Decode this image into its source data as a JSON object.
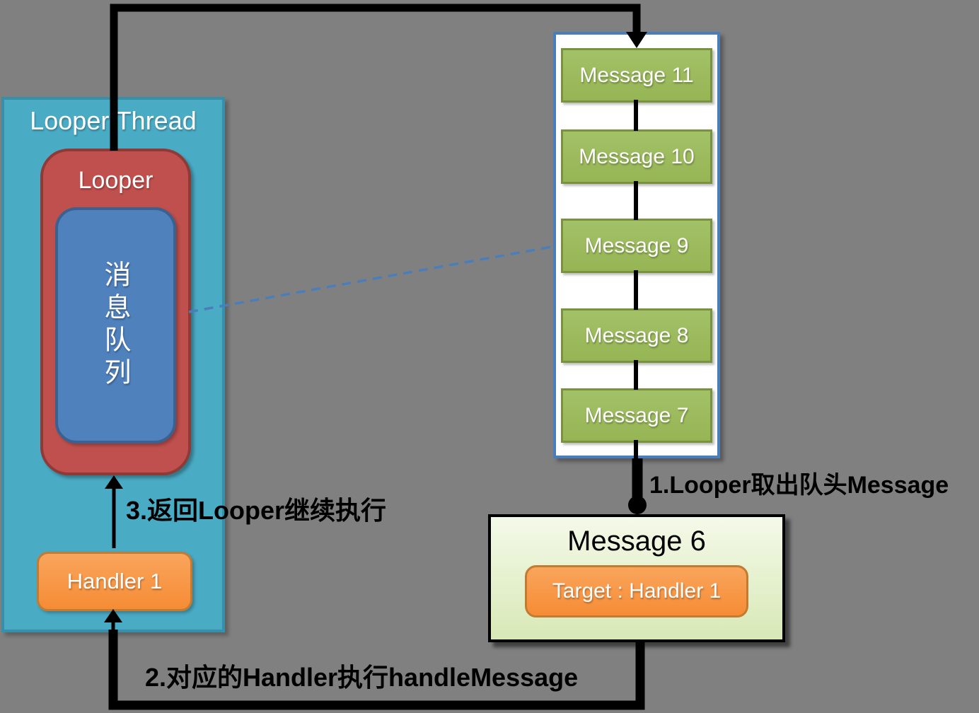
{
  "colors": {
    "background": "#808080",
    "looper_thread_fill": "#4aabc5",
    "looper_fill": "#c0504d",
    "message_queue_fill": "#4f81bd",
    "handler_fill": "#f79646",
    "message_fill": "#9bbb59",
    "queue_container_border": "#4a7ebb",
    "dequeued_message_fill": "#e6f0cd",
    "connector": "#000000",
    "dashed_link": "#4a7ebb"
  },
  "looper_thread": {
    "title": "Looper Thread",
    "looper": {
      "label": "Looper",
      "queue_label": "消息队列"
    },
    "handler": {
      "label": "Handler 1"
    }
  },
  "message_queue": {
    "messages": [
      "Message 11",
      "Message 10",
      "Message 9",
      "Message 8",
      "Message 7"
    ]
  },
  "current_message": {
    "title": "Message 6",
    "target": "Target : Handler 1"
  },
  "annotations": {
    "step1": "1.Looper取出队头Message",
    "step2": "2.对应的Handler执行handleMessage",
    "step3": "3.返回Looper继续执行"
  }
}
